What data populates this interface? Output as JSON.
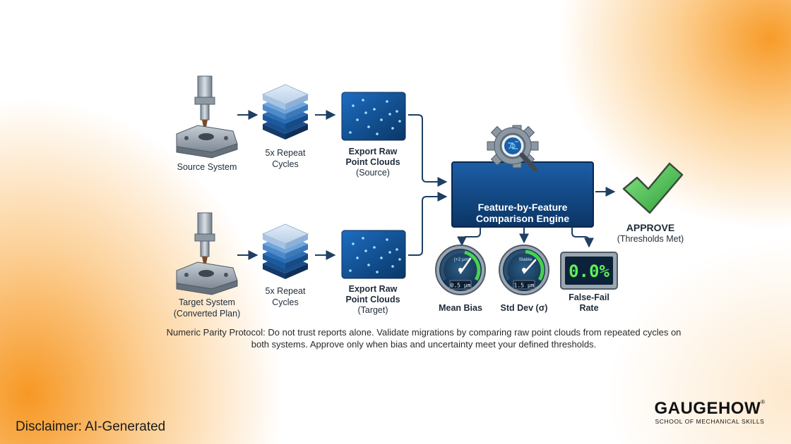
{
  "flows": [
    {
      "system_label": "Source System",
      "system_label_2": "",
      "cycles_line1": "5x Repeat",
      "cycles_line2": "Cycles",
      "export_line1": "Export Raw",
      "export_line2": "Point Clouds",
      "export_line3": "(Source)"
    },
    {
      "system_label": "Target System",
      "system_label_2": "(Converted Plan)",
      "cycles_line1": "5x Repeat",
      "cycles_line2": "Cycles",
      "export_line1": "Export Raw",
      "export_line2": "Point Clouds",
      "export_line3": "(Target)"
    }
  ],
  "engine": {
    "title_line1": "Feature-by-Feature",
    "title_line2": "Comparison Engine"
  },
  "outcome": {
    "title": "APPROVE",
    "subtitle": "(Thresholds Met)"
  },
  "metrics": [
    {
      "gauge_text": "(+2 µm)",
      "readout": "0.5 µm",
      "label": "Mean Bias"
    },
    {
      "gauge_text": "Stable",
      "readout": "1.5 µm",
      "label": "Std Dev (σ)"
    },
    {
      "readout": "0.0%",
      "label_line1": "False-Fail",
      "label_line2": "Rate"
    }
  ],
  "caption": "Numeric Parity Protocol: Do not trust reports alone. Validate migrations by comparing raw point clouds from repeated cycles on both systems. Approve only when bias and uncertainty meet your defined thresholds.",
  "disclaimer": "Disclaimer: AI-Generated",
  "brand": {
    "name": "GAUGEHOW",
    "mark": "®",
    "tagline": "SCHOOL OF MECHANICAL SKILLS"
  },
  "colors": {
    "navy": "#0f3f73",
    "blue": "#1a64b5",
    "green": "#3fc24a",
    "accent_orange": "#f7961e"
  },
  "icons": [
    "machine-spindle-icon",
    "layer-stack-icon",
    "point-cloud-icon",
    "gear-magnifier-icon",
    "checkmark-icon",
    "gauge-icon",
    "digital-display-icon"
  ]
}
